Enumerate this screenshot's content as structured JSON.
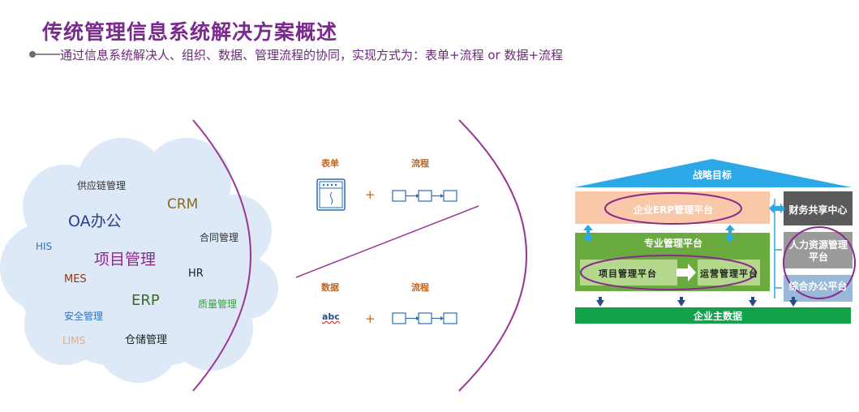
{
  "header": {
    "title": "传统管理信息系统解决方案概述",
    "subtitle": "通过信息系统解决人、组织、数据、管理流程的协同，实现方式为：表单+流程 or 数据+流程"
  },
  "cloud": {
    "words": {
      "supply": "供应链管理",
      "crm": "CRM",
      "oa": "OA办公",
      "contract": "合同管理",
      "his": "HIS",
      "project": "项目管理",
      "mes": "MES",
      "hr": "HR",
      "erp": "ERP",
      "safety": "安全管理",
      "quality": "质量管理",
      "lims": "LIMS",
      "warehouse": "仓储管理"
    }
  },
  "middle": {
    "form_label": "表单",
    "flow_label_top": "流程",
    "data_label": "数据",
    "flow_label_bottom": "流程",
    "plus": "+",
    "abc": "abc"
  },
  "house": {
    "roof": "战略目标",
    "erp_platform": "企业ERP管理平台",
    "professional": "专业管理平台",
    "project_platform": "项目管理平台",
    "ops_platform": "运营管理平台",
    "master_data": "企业主数据",
    "finance": "财务共享中心",
    "hr_platform": "人力资源管理平台",
    "office": "综合办公平台"
  },
  "colors": {
    "title": "#7a2a8c",
    "cloud": "#dde9f7",
    "accent_orange": "#c0641e",
    "roof_blue": "#2aa8e8",
    "green": "#4ea72e",
    "arc_purple": "#9a3a96"
  }
}
